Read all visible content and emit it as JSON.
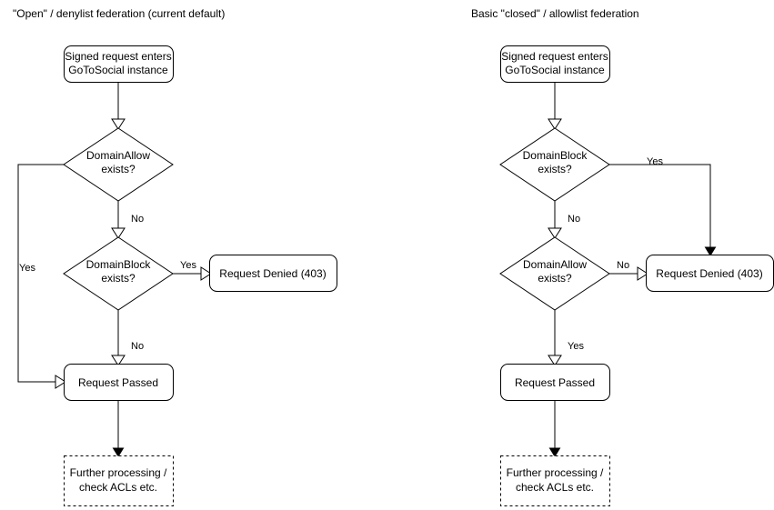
{
  "diagram": {
    "type": "flowchart",
    "title_left": "\"Open\" / denylist federation (current default)",
    "title_right": "Basic \"closed\" / allowlist federation",
    "background_color": "#ffffff",
    "stroke_color": "#000000",
    "text_color": "#000000"
  },
  "left_column": {
    "title": "\"Open\" / denylist federation (current default)",
    "nodes": {
      "entry": {
        "label_line1": "Signed request enters",
        "label_line2": "GoToSocial instance",
        "shape": "rounded-rect"
      },
      "decision1": {
        "label_line1": "DomainAllow",
        "label_line2": "exists?",
        "shape": "diamond"
      },
      "decision2": {
        "label_line1": "DomainBlock",
        "label_line2": "exists?",
        "shape": "diamond"
      },
      "denied": {
        "label": "Request Denied (403)",
        "shape": "rounded-rect"
      },
      "passed": {
        "label": "Request Passed",
        "shape": "rounded-rect"
      },
      "further": {
        "label_line1": "Further processing /",
        "label_line2": "check ACLs etc.",
        "shape": "dashed-rect"
      }
    },
    "edges": {
      "entry_to_decision1": "",
      "decision1_yes": "Yes",
      "decision1_no": "No",
      "decision2_yes": "Yes",
      "decision2_no": "No",
      "passed_to_further": ""
    }
  },
  "right_column": {
    "title": "Basic \"closed\" / allowlist federation",
    "nodes": {
      "entry": {
        "label_line1": "Signed request enters",
        "label_line2": "GoToSocial instance",
        "shape": "rounded-rect"
      },
      "decision1": {
        "label_line1": "DomainBlock",
        "label_line2": "exists?",
        "shape": "diamond"
      },
      "decision2": {
        "label_line1": "DomainAllow",
        "label_line2": "exists?",
        "shape": "diamond"
      },
      "denied": {
        "label": "Request Denied (403)",
        "shape": "rounded-rect"
      },
      "passed": {
        "label": "Request Passed",
        "shape": "rounded-rect"
      },
      "further": {
        "label_line1": "Further processing /",
        "label_line2": "check ACLs etc.",
        "shape": "dashed-rect"
      }
    },
    "edges": {
      "entry_to_decision1": "",
      "decision1_yes": "Yes",
      "decision1_no": "No",
      "decision2_no": "No",
      "decision2_yes": "Yes",
      "passed_to_further": ""
    }
  }
}
